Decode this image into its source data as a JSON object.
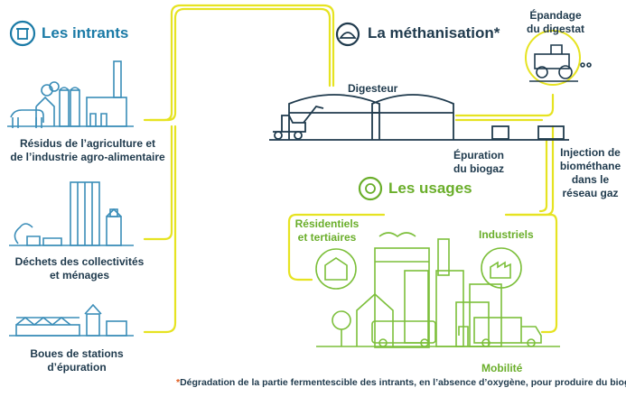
{
  "sections": {
    "intrants": {
      "title": "Les intrants",
      "color": "#1a7aa6"
    },
    "methanisation": {
      "title": "La méthanisation*"
    },
    "usages": {
      "title": "Les usages",
      "color": "#6aae2a"
    }
  },
  "inputs": [
    {
      "label_line1": "Résidus de l’agriculture et",
      "label_line2": "de l’industrie agro-alimentaire"
    },
    {
      "label_line1": "Déchets des collectivités",
      "label_line2": "et ménages"
    },
    {
      "label_line1": "Boues de stations",
      "label_line2": "d’épuration"
    }
  ],
  "process": {
    "digester": "Digesteur",
    "purification_line1": "Épuration",
    "purification_line2": "du biogaz",
    "spreading_line1": "Épandage",
    "spreading_line2": "du digestat",
    "injection_line1": "Injection de",
    "injection_line2": "biométhane",
    "injection_line3": "dans le",
    "injection_line4": "réseau gaz"
  },
  "usages": {
    "residential_line1": "Résidentiels",
    "residential_line2": "et tertiaires",
    "industrial": "Industriels",
    "mobility": "Mobilité"
  },
  "footnote": {
    "star": "*",
    "text": "Dégradation de la partie fermentescible des intrants, en l’absence d’oxygène, pour produire du biogaz."
  },
  "colors": {
    "pipe": "#e6e321",
    "blue_line": "#3a8db8",
    "green": "#7cbf3a",
    "dark": "#1f3a4d"
  }
}
